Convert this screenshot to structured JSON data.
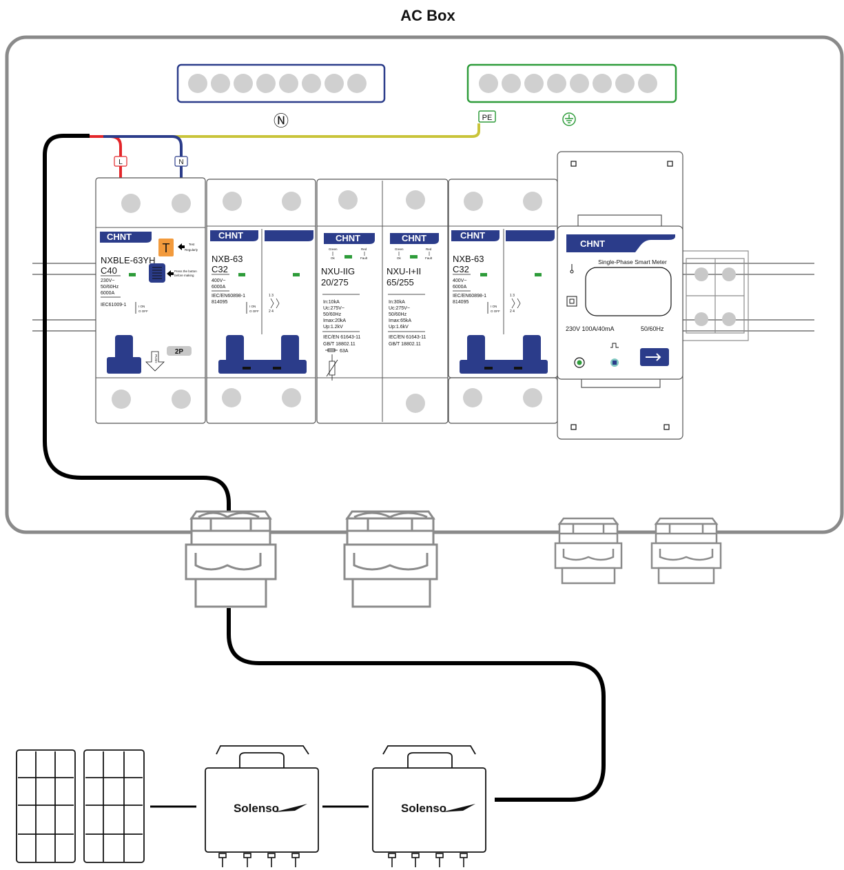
{
  "title": "AC Box",
  "bars": {
    "neutral_symbol": "Ⓝ",
    "pe_tag": "PE",
    "earth_symbol": "⏚",
    "neutral_color": "#2b3c8a",
    "pe_color": "#2e9c3a"
  },
  "wires": {
    "line_tag": "L",
    "neutral_tag": "N",
    "line_color": "#e3262a",
    "neutral_color": "#2b3c8a",
    "pe_color": "#c9c43a",
    "cable_color": "#000000"
  },
  "devices": {
    "rcbo": {
      "brand": "CHNT",
      "model": "NXBLE-63YH",
      "curve": "C40",
      "voltage": "230V~",
      "freq": "50/60Hz",
      "breaking": "6000A",
      "standard": "IEC61009-1",
      "on_off_on": "I  ON",
      "on_off_off": "O OFF",
      "test_label": "T",
      "test_hint_1": "Test",
      "test_hint_2": "Regularly",
      "press_hint_1": "Press the button",
      "press_hint_2": "before making",
      "poles_badge": "2P",
      "push_label": "PUSH"
    },
    "mcb1": {
      "brand": "CHNT",
      "model": "NXB-63",
      "curve": "C32",
      "voltage": "400V~",
      "breaking": "6000A",
      "standard": "IEC/EN60898-1",
      "code": "814095",
      "on_off_on": "I  ON",
      "on_off_off": "O OFF",
      "schematic_top": "1 3",
      "schematic_bottom": "2 4"
    },
    "spd1": {
      "brand": "CHNT",
      "green": "Green",
      "ok": "Ok",
      "red": "Red",
      "fault": "Fault",
      "model": "NXU-IIG",
      "rating": "20/275",
      "in": "In:10kA",
      "uc": "Uc:275V~",
      "freq": "50/60Hz",
      "imax": "Imax:20kA",
      "up": "Up:1.2kV",
      "standard": "IEC/EN 61643-11",
      "gb": "GB/T 18802.11",
      "fuse": "63A"
    },
    "spd2": {
      "brand": "CHNT",
      "green": "Green",
      "ok": "Ok",
      "red": "Red",
      "fault": "Fault",
      "model": "NXU-I+II",
      "rating": "65/255",
      "in": "In:30kA",
      "uc": "Uc:275V~",
      "freq": "50/60Hz",
      "imax": "Imax:65kA",
      "up": "Up:1.6kV",
      "standard": "IEC/EN 61643-11",
      "gb": "GB/T 18802.11"
    },
    "mcb2": {
      "brand": "CHNT",
      "model": "NXB-63",
      "curve": "C32",
      "voltage": "400V~",
      "breaking": "6000A",
      "standard": "IEC/EN60898-1",
      "code": "814095",
      "on_off_on": "I  ON",
      "on_off_off": "O OFF",
      "schematic_top": "1 3",
      "schematic_bottom": "2 4"
    },
    "meter": {
      "brand": "CHNT",
      "name": "Single-Phase Smart Meter",
      "rating": "230V 100A/40mA",
      "freq": "50/60Hz"
    }
  },
  "microinverters": [
    {
      "brand": "Solenso"
    },
    {
      "brand": "Solenso"
    }
  ],
  "colors": {
    "brand_blue": "#2b3c8a",
    "frame_gray": "#8a8a8a",
    "indicator_green": "#2e9c3a",
    "test_orange": "#f29a3c"
  }
}
